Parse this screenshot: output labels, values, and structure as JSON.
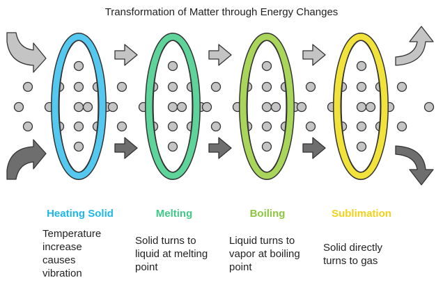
{
  "title": "Transformation of Matter through Energy Changes",
  "colors": {
    "heating": "#55c8f0",
    "melting": "#5ed49a",
    "boiling": "#a9d65a",
    "sublimation": "#f2e23c",
    "arrow_light": "#c4c4c4",
    "arrow_dark": "#6e6e6e",
    "particle": "#c4c4c4"
  },
  "stages": [
    {
      "label": "Heating Solid",
      "color": "#1cb8e6",
      "description": "Temperature increase causes vibration"
    },
    {
      "label": "Melting",
      "color": "#3ec986",
      "description": "Solid turns to liquid at melting point"
    },
    {
      "label": "Boiling",
      "color": "#8cc63f",
      "description": "Liquid turns to vapor at boiling point"
    },
    {
      "label": "Sublimation",
      "color": "#f0d21a",
      "description": "Solid directly turns to gas"
    }
  ]
}
